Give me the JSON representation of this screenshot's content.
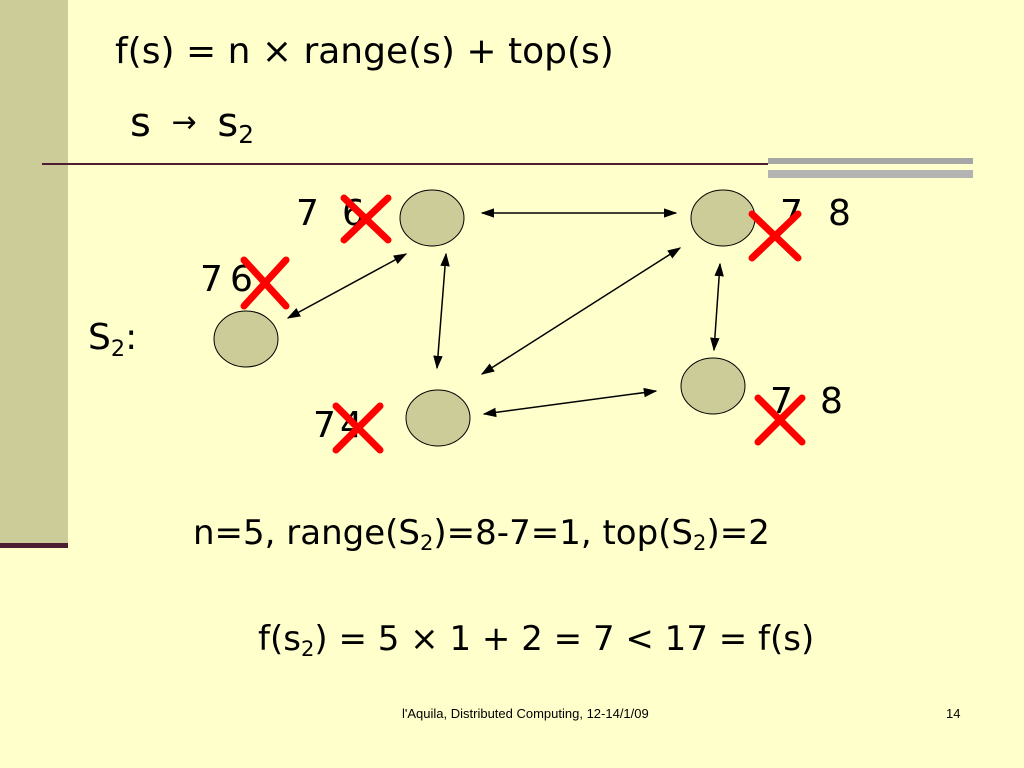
{
  "slide": {
    "formula_main": "f(s) = n × range(s) + top(s)",
    "transition": {
      "from": "s",
      "arrow": "→",
      "to": "s",
      "to_sub": "2"
    },
    "graph_label": {
      "main": "S",
      "sub": "2",
      "suffix": ":"
    },
    "calc_line": {
      "p1": "n=5, range(S",
      "sub1": "2",
      "p2": ")=8-7=1, top(S",
      "sub2": "2",
      "p3": ")=2"
    },
    "result_line": {
      "p1": "f(s",
      "sub1": "2",
      "p2": ") = 5 × 1 + 2 = 7 < 17 = f(s)"
    }
  },
  "nodes": [
    {
      "id": "top-left",
      "label_a": "7",
      "label_b": "6",
      "crossed": true
    },
    {
      "id": "top-right",
      "label_a": "7",
      "label_b": "8",
      "crossed": true
    },
    {
      "id": "left",
      "label_a": "7",
      "label_b": "6",
      "crossed": true
    },
    {
      "id": "bottom-middle",
      "label_a": "7",
      "label_b": "4",
      "crossed": true
    },
    {
      "id": "bottom-right",
      "label_a": "7",
      "label_b": "8",
      "crossed": true
    }
  ],
  "colors": {
    "node_fill": "#cccc99",
    "cross": "#ff0000",
    "sidebar": "#cccc99",
    "rule": "#4d1d33",
    "background": "#ffffcc"
  },
  "footer": {
    "credit": "l'Aquila, Distributed Computing, 12-14/1/09",
    "page_number": "14"
  }
}
